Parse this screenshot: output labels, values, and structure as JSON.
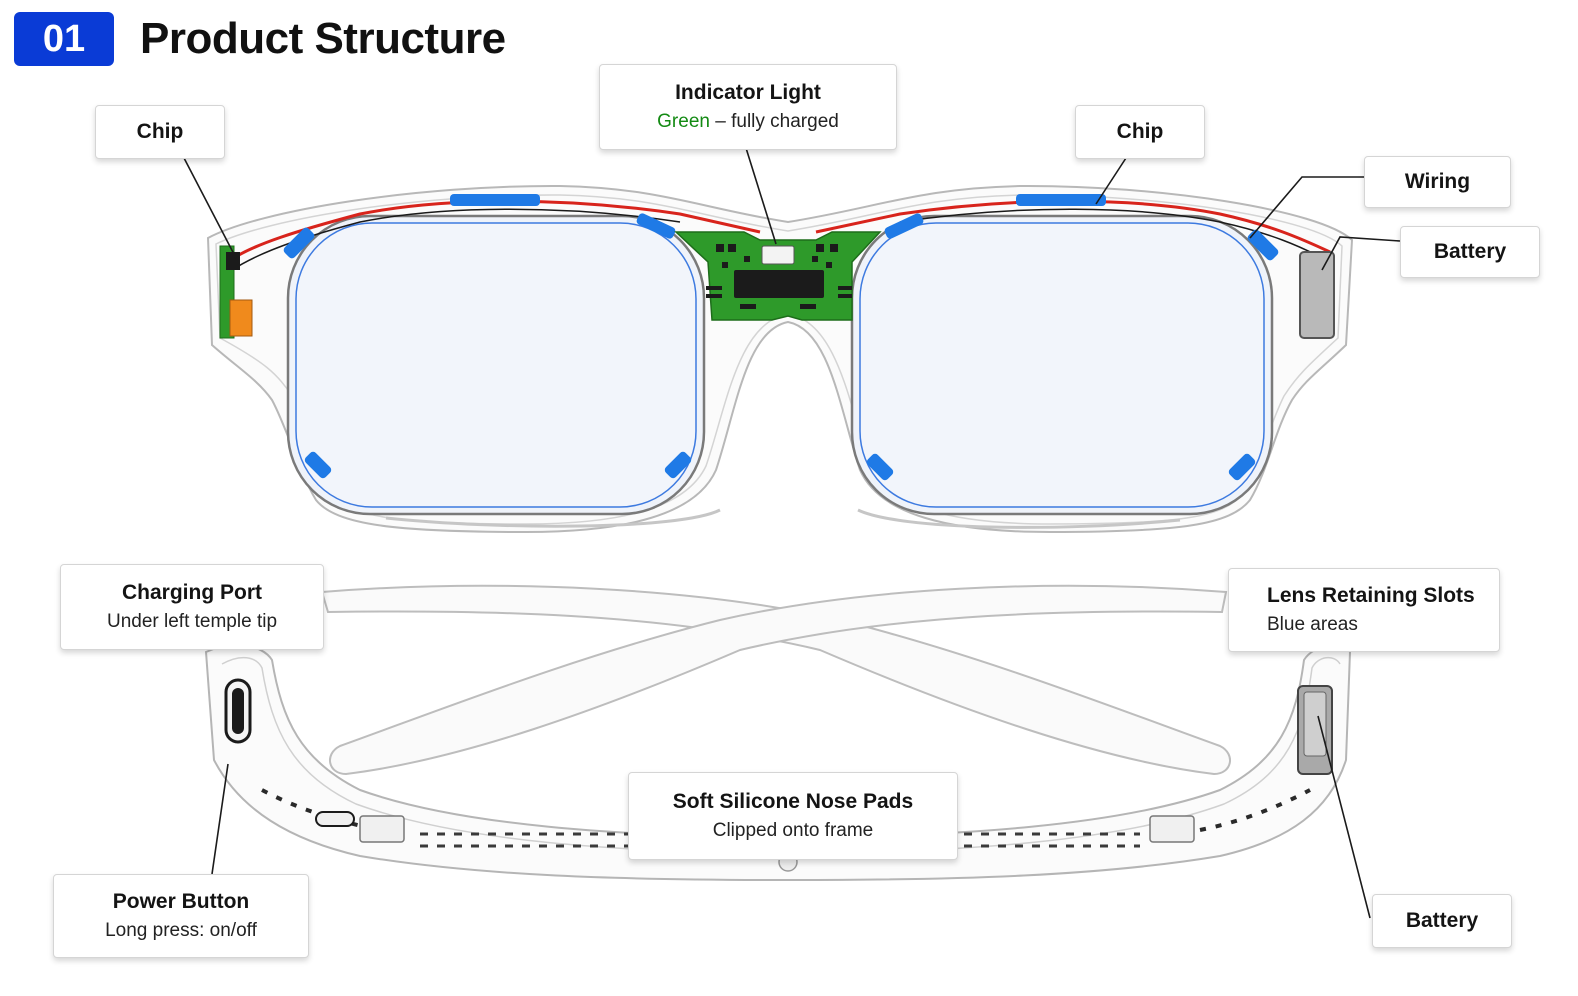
{
  "header": {
    "badge": "01",
    "title": "Product Structure"
  },
  "colors": {
    "accent": "#0a3bd6",
    "pcb": "#2e9a2a",
    "slot": "#1f7ae6",
    "wire": "#d8241c",
    "charged": "#138a13"
  },
  "callouts": {
    "chip_left": {
      "title": "Chip"
    },
    "indicator": {
      "title": "Indicator Light",
      "status_word": "Green",
      "status_rest": " – fully charged"
    },
    "chip_right": {
      "title": "Chip"
    },
    "wiring": {
      "title": "Wiring"
    },
    "battery_top": {
      "title": "Battery"
    },
    "charging_port": {
      "title": "Charging Port",
      "subtitle": "Under left temple tip"
    },
    "lens_slots": {
      "title": "Lens Retaining Slots",
      "subtitle": "Blue areas"
    },
    "nose_pads": {
      "title": "Soft Silicone Nose Pads",
      "subtitle": "Clipped onto frame"
    },
    "power_button": {
      "title": "Power Button",
      "subtitle": "Long press: on/off"
    },
    "battery_bottom": {
      "title": "Battery"
    }
  }
}
